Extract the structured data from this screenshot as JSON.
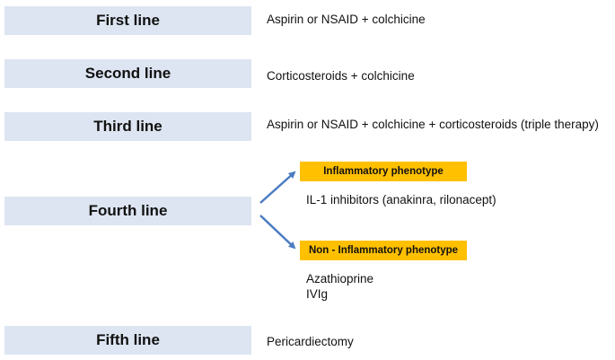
{
  "lines": [
    {
      "label": "First line",
      "therapy": "Aspirin or NSAID + colchicine"
    },
    {
      "label": "Second line",
      "therapy": "Corticosteroids + colchicine"
    },
    {
      "label": "Third line",
      "therapy": "Aspirin or NSAID + colchicine + corticosteroids (triple therapy)"
    },
    {
      "label": "Fourth line"
    },
    {
      "label": "Fifth line",
      "therapy": "Pericardiectomy"
    }
  ],
  "phenotypes": [
    {
      "label": "Inflammatory phenotype",
      "therapy_lines": [
        "IL-1 inhibitors (anakinra, rilonacept)"
      ]
    },
    {
      "label": "Non - Inflammatory phenotype",
      "therapy_lines": [
        "Azathioprine",
        "IVIg"
      ]
    }
  ],
  "colors": {
    "line_box": "#dde5f2",
    "phenotype_box": "#ffc000",
    "arrow": "#4a7cc2"
  }
}
